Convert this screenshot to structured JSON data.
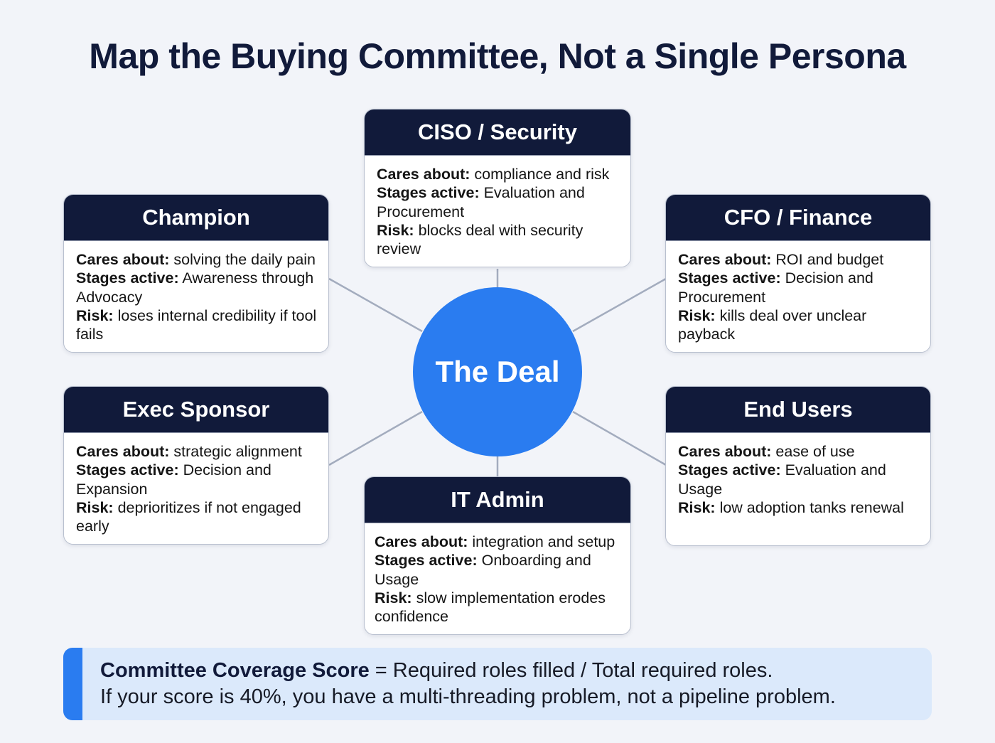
{
  "title": "Map the Buying Committee, Not a Single Persona",
  "center": {
    "label": "The Deal",
    "color": "#2a7cf0"
  },
  "labels": {
    "cares": "Cares about:",
    "stages": "Stages active:",
    "risk": "Risk:"
  },
  "roles": [
    {
      "id": "ciso",
      "name": "CISO / Security",
      "cares": "compliance and risk",
      "stages": "Evaluation and Procurement",
      "risk": "blocks deal with security review"
    },
    {
      "id": "champion",
      "name": "Champion",
      "cares": "solving the daily pain",
      "stages": "Awareness through Advocacy",
      "risk": "loses internal credibility if tool fails"
    },
    {
      "id": "cfo",
      "name": "CFO / Finance",
      "cares": "ROI and budget",
      "stages": "Decision and Procurement",
      "risk": "kills deal over unclear payback"
    },
    {
      "id": "exec-sponsor",
      "name": "Exec Sponsor",
      "cares": "strategic alignment",
      "stages": "Decision and Expansion",
      "risk": "deprioritizes if not engaged early"
    },
    {
      "id": "end-users",
      "name": "End Users",
      "cares": "ease of use",
      "stages": "Evaluation and Usage",
      "risk": "low adoption tanks renewal"
    },
    {
      "id": "it-admin",
      "name": "IT Admin",
      "cares": "integration and setup",
      "stages": "Onboarding and Usage",
      "risk": "slow implementation erodes confidence"
    }
  ],
  "callout": {
    "term": "Committee Coverage Score",
    "formula": " = Required roles filled / Total required roles.",
    "note": "If your score is 40%, you have a multi-threading problem, not a pipeline problem."
  },
  "colors": {
    "header": "#111a3a",
    "accent": "#2a7cf0",
    "background": "#f2f4f9",
    "callout_bg": "#dbe9fb",
    "connector": "#a3acbe"
  }
}
